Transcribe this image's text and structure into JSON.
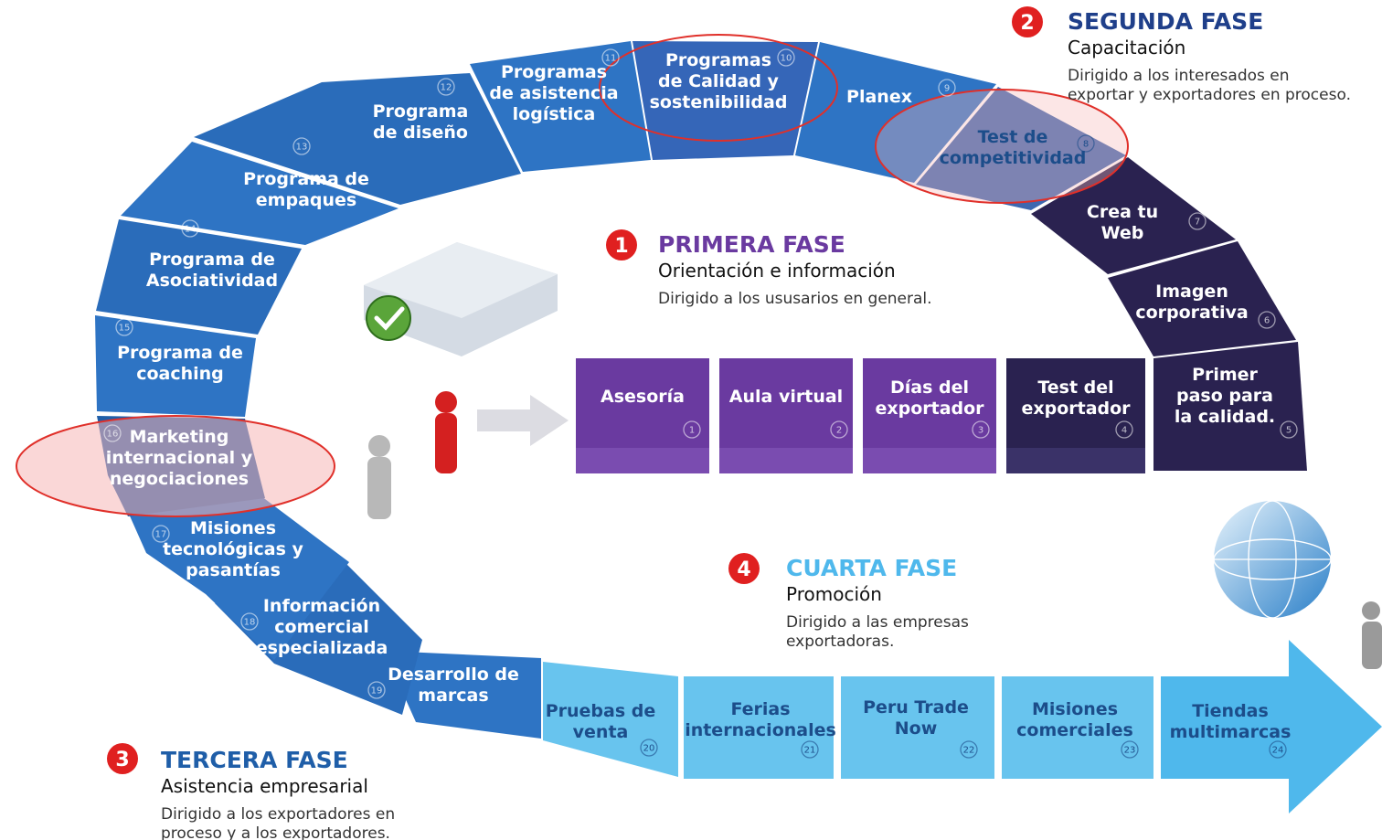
{
  "colors": {
    "blue": "#2e74c4",
    "blue_dark": "#1f5ea8",
    "navy": "#2a2250",
    "purple": "#6a3aa0",
    "light_blue": "#68c4ee",
    "red": "#e02020",
    "highlight": "#f5b7b7"
  },
  "phases": [
    {
      "number": "1",
      "title": "PRIMERA FASE",
      "subtitle": "Orientación e información",
      "description": [
        "Dirigido a los ususarios en general."
      ]
    },
    {
      "number": "2",
      "title": "SEGUNDA FASE",
      "subtitle": "Capacitación",
      "description": [
        "Dirigido a los interesados en",
        "exportar y exportadores en proceso."
      ]
    },
    {
      "number": "3",
      "title": "TERCERA FASE",
      "subtitle": "Asistencia empresarial",
      "description": [
        "Dirigido a los exportadores en",
        "proceso y a los exportadores."
      ]
    },
    {
      "number": "4",
      "title": "CUARTA FASE",
      "subtitle": "Promoción",
      "description": [
        "Dirigido a las empresas",
        "exportadoras."
      ]
    }
  ],
  "steps": [
    {
      "n": "1",
      "label": [
        "Asesoría"
      ]
    },
    {
      "n": "2",
      "label": [
        "Aula virtual"
      ]
    },
    {
      "n": "3",
      "label": [
        "Días del",
        "exportador"
      ]
    },
    {
      "n": "4",
      "label": [
        "Test del",
        "exportador"
      ]
    },
    {
      "n": "5",
      "label": [
        "Primer",
        "paso para",
        "la calidad."
      ]
    },
    {
      "n": "6",
      "label": [
        "Imagen",
        "corporativa"
      ]
    },
    {
      "n": "7",
      "label": [
        "Crea tu",
        "Web"
      ]
    },
    {
      "n": "8",
      "label": [
        "Test de",
        "competitividad"
      ]
    },
    {
      "n": "9",
      "label": [
        "Planex"
      ]
    },
    {
      "n": "10",
      "label": [
        "Programas",
        "de Calidad y",
        "sostenibilidad"
      ]
    },
    {
      "n": "11",
      "label": [
        "Programas",
        "de asistencia",
        "logística"
      ]
    },
    {
      "n": "12",
      "label": [
        "Programa",
        "de diseño"
      ]
    },
    {
      "n": "13",
      "label": [
        "Programa de",
        "empaques"
      ]
    },
    {
      "n": "14",
      "label": [
        "Programa de",
        "Asociatividad"
      ]
    },
    {
      "n": "15",
      "label": [
        "Programa de",
        "coaching"
      ]
    },
    {
      "n": "16",
      "label": [
        "Marketing",
        "internacional y",
        "negociaciones"
      ]
    },
    {
      "n": "17",
      "label": [
        "Misiones",
        "tecnológicas y",
        "pasantías"
      ]
    },
    {
      "n": "18",
      "label": [
        "Información",
        "comercial",
        "especializada"
      ]
    },
    {
      "n": "19",
      "label": [
        "Desarrollo de",
        "marcas"
      ]
    },
    {
      "n": "20",
      "label": [
        "Pruebas de",
        "venta"
      ]
    },
    {
      "n": "21",
      "label": [
        "Ferias",
        "internacionales"
      ]
    },
    {
      "n": "22",
      "label": [
        "Peru Trade",
        "Now"
      ]
    },
    {
      "n": "23",
      "label": [
        "Misiones",
        "comerciales"
      ]
    },
    {
      "n": "24",
      "label": [
        "Tiendas",
        "multimarcas"
      ]
    }
  ]
}
